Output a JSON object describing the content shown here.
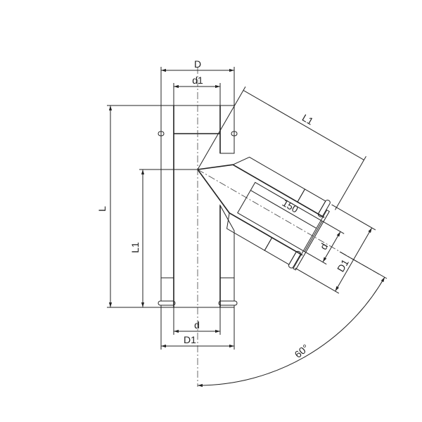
{
  "drawing": {
    "title": "Chimney tee 60° branch with insulation",
    "labels": {
      "D": "D",
      "d1": "d1",
      "L": "L",
      "L1_main": "L1",
      "d_bottom": "d",
      "D1_bottom": "D1",
      "L1_branch": "L1",
      "len150": "150",
      "d_branch": "d",
      "D1_branch": "D1",
      "angle": "60°"
    },
    "branch_angle_deg": 60,
    "colors": {
      "line": "#222222",
      "hatch": "#555555",
      "background": "#ffffff"
    }
  }
}
